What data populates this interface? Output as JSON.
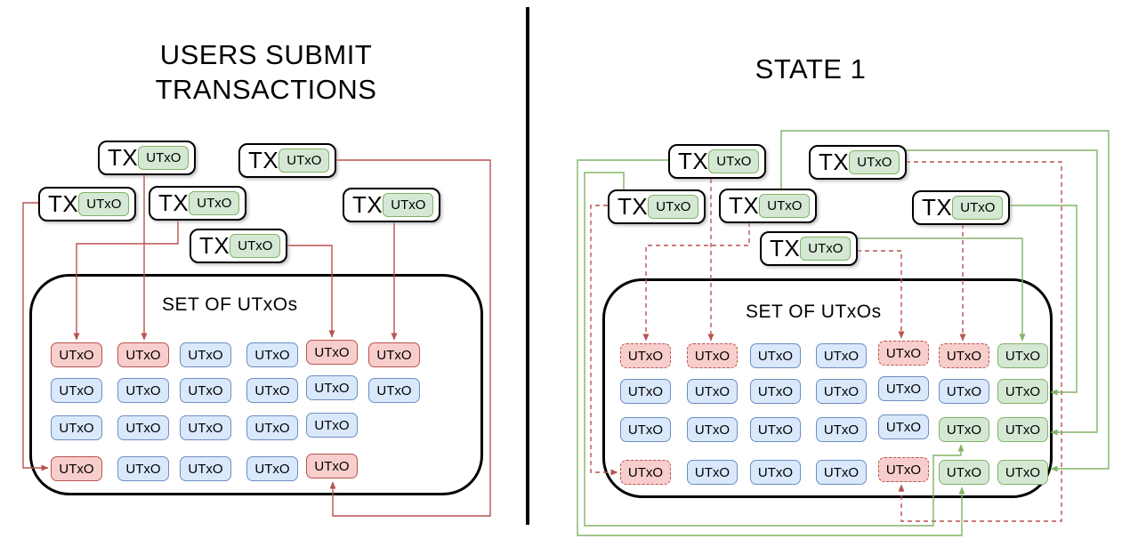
{
  "labels": {
    "tx": "TX",
    "utxo": "UTxO"
  },
  "diagram": {
    "left": {
      "title_line1": "USERS SUBMIT",
      "title_line2": "TRANSACTIONS",
      "set_label": "SET OF UTxOs",
      "transactions": [
        {
          "id": "left-tx-1"
        },
        {
          "id": "left-tx-2"
        },
        {
          "id": "left-tx-3"
        },
        {
          "id": "left-tx-4"
        },
        {
          "id": "left-tx-5"
        },
        {
          "id": "left-tx-6"
        }
      ],
      "grid": [
        [
          "red",
          "red",
          "blue",
          "blue",
          "red",
          "red"
        ],
        [
          "blue",
          "blue",
          "blue",
          "blue",
          "blue",
          "blue"
        ],
        [
          "blue",
          "blue",
          "blue",
          "blue",
          "blue"
        ],
        [
          "red",
          "blue",
          "blue",
          "blue",
          "red"
        ]
      ]
    },
    "right": {
      "title": "STATE 1",
      "set_label": "SET OF UTxOs",
      "transactions": [
        {
          "id": "right-tx-1"
        },
        {
          "id": "right-tx-2"
        },
        {
          "id": "right-tx-3"
        },
        {
          "id": "right-tx-4"
        },
        {
          "id": "right-tx-5"
        },
        {
          "id": "right-tx-6"
        }
      ],
      "grid": [
        [
          "spent",
          "spent",
          "blue",
          "blue",
          "spent",
          "spent",
          "new"
        ],
        [
          "blue",
          "blue",
          "blue",
          "blue",
          "blue",
          "blue",
          "new"
        ],
        [
          "blue",
          "blue",
          "blue",
          "blue",
          "blue",
          "new",
          "new"
        ],
        [
          "spent",
          "blue",
          "blue",
          "blue",
          "spent",
          "new",
          "new"
        ]
      ]
    },
    "edges": [
      {
        "id": "l1",
        "tx": "left-tx-1",
        "utxo": "left-utxo-r1c2",
        "kind": "consumes"
      },
      {
        "id": "l2",
        "tx": "left-tx-2",
        "utxo": "left-utxo-r4c5",
        "kind": "consumes"
      },
      {
        "id": "l3",
        "tx": "left-tx-3",
        "utxo": "left-utxo-r4c1",
        "kind": "consumes"
      },
      {
        "id": "l4",
        "tx": "left-tx-4",
        "utxo": "left-utxo-r1c1",
        "kind": "consumes"
      },
      {
        "id": "l5",
        "tx": "left-tx-5",
        "utxo": "left-utxo-r1c6",
        "kind": "consumes"
      },
      {
        "id": "l6",
        "tx": "left-tx-6",
        "utxo": "left-utxo-r1c5",
        "kind": "consumes"
      },
      {
        "id": "r1i",
        "tx": "right-tx-1",
        "utxo": "right-utxo-r1c2",
        "kind": "consumed"
      },
      {
        "id": "r2i",
        "tx": "right-tx-2",
        "utxo": "right-utxo-r4c5",
        "kind": "consumed"
      },
      {
        "id": "r3i",
        "tx": "right-tx-3",
        "utxo": "right-utxo-r4c1",
        "kind": "consumed"
      },
      {
        "id": "r4i",
        "tx": "right-tx-4",
        "utxo": "right-utxo-r1c1",
        "kind": "consumed"
      },
      {
        "id": "r5i",
        "tx": "right-tx-5",
        "utxo": "right-utxo-r1c6",
        "kind": "consumed"
      },
      {
        "id": "r6i",
        "tx": "right-tx-6",
        "utxo": "right-utxo-r1c5",
        "kind": "consumed"
      },
      {
        "id": "r1o",
        "tx": "right-tx-1",
        "utxo": "right-utxo-r4c6",
        "kind": "creates"
      },
      {
        "id": "r2o",
        "tx": "right-tx-2",
        "utxo": "right-utxo-r3c7",
        "kind": "creates"
      },
      {
        "id": "r3o",
        "tx": "right-tx-3",
        "utxo": "right-utxo-r3c6",
        "kind": "creates"
      },
      {
        "id": "r4o",
        "tx": "right-tx-4",
        "utxo": "right-utxo-r4c7",
        "kind": "creates"
      },
      {
        "id": "r5o",
        "tx": "right-tx-5",
        "utxo": "right-utxo-r2c7",
        "kind": "creates"
      },
      {
        "id": "r6o",
        "tx": "right-tx-6",
        "utxo": "right-utxo-r1c7",
        "kind": "creates"
      }
    ]
  },
  "colors": {
    "blue_fill": "#dae8fc",
    "blue_border": "#6c8ebf",
    "green_fill": "#d5e8d4",
    "green_border": "#82b366",
    "red_fill": "#f8cecc",
    "red_border": "#b85450",
    "edge_red": "#b85450",
    "edge_green": "#82b366",
    "ink": "#000000"
  }
}
